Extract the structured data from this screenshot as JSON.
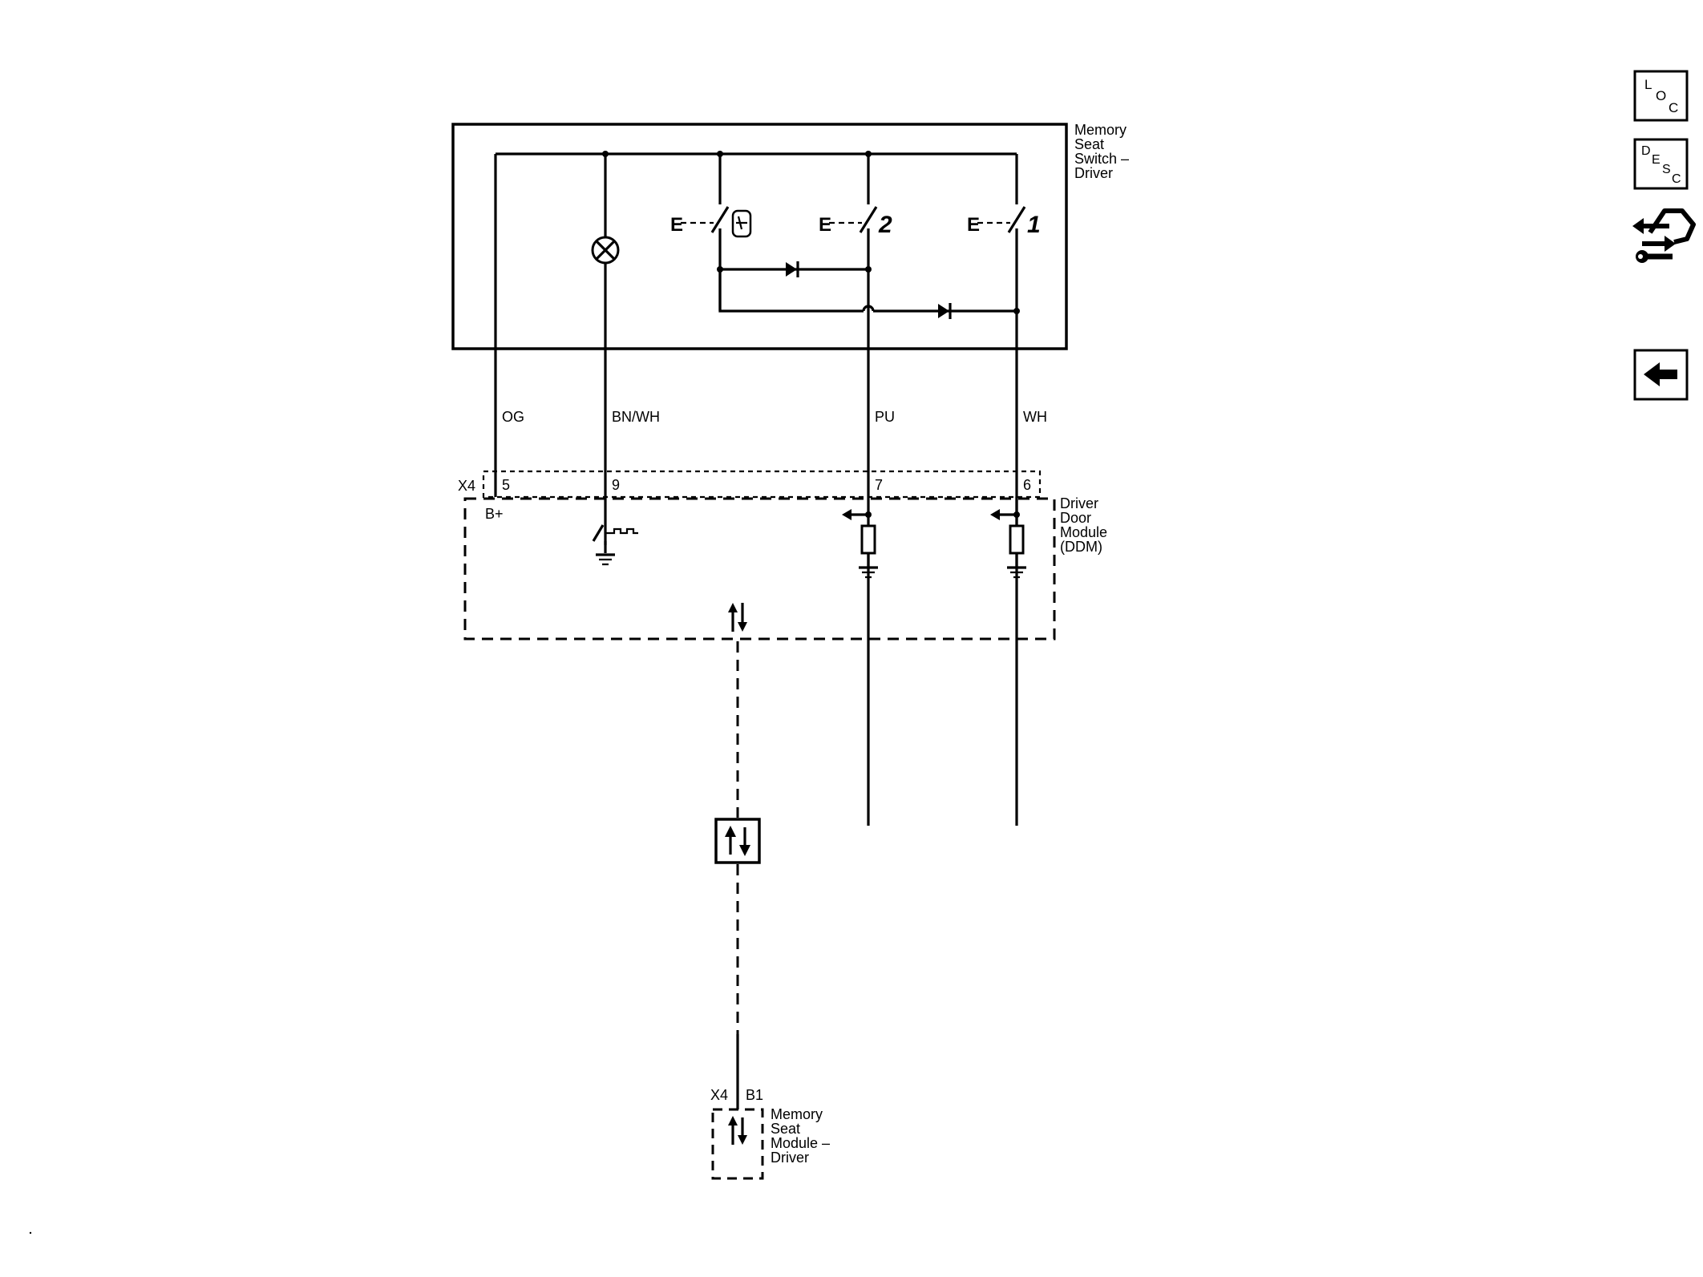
{
  "components": {
    "memory_switch": {
      "name_lines": [
        "Memory",
        "Seat",
        "Switch –",
        "Driver"
      ]
    },
    "ddm": {
      "name_lines": [
        "Driver",
        "Door",
        "Module",
        "(DDM)"
      ]
    },
    "seat_module": {
      "name_lines": [
        "Memory",
        "Seat",
        "Module –",
        "Driver"
      ]
    }
  },
  "switches": {
    "exit_label": "E",
    "button_2": "2",
    "button_1": "1"
  },
  "wires": {
    "og": "OG",
    "bn_wh": "BN/WH",
    "pu": "PU",
    "wh": "WH"
  },
  "connector": {
    "ddm_id": "X4",
    "pin_5": "5",
    "pin_9": "9",
    "pin_7": "7",
    "pin_6": "6",
    "b_plus": "B+",
    "seat_id": "X4",
    "seat_pin": "B1"
  },
  "nav": {
    "loc": {
      "a": "L",
      "b": "O",
      "c": "C"
    },
    "desc": {
      "a": "D",
      "b": "E",
      "c": "S",
      "d": "C"
    }
  },
  "icons": [
    "lamp-icon",
    "diode-icon",
    "ground-icon",
    "resistor-icon",
    "serial-data-icon",
    "arrow-left-icon",
    "tool-icon"
  ]
}
